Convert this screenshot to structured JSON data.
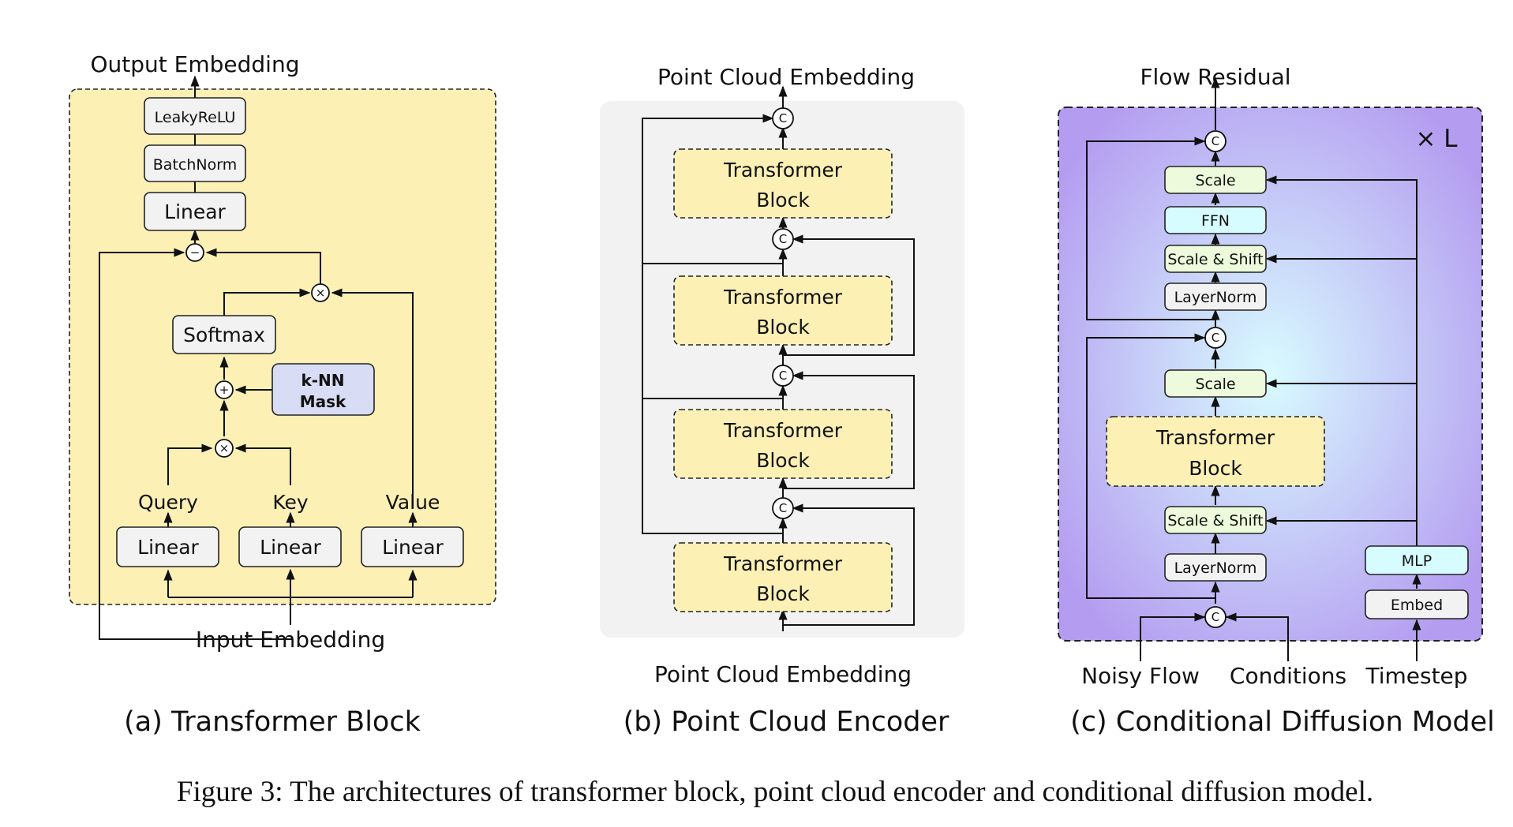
{
  "panel_a": {
    "output_label": "Output Embedding",
    "input_label": "Input Embedding",
    "leakyrelu": "LeakyReLU",
    "batchnorm": "BatchNorm",
    "linear_top": "Linear",
    "softmax": "Softmax",
    "knn_line1": "k-NN",
    "knn_line2": "Mask",
    "query": "Query",
    "key": "Key",
    "value": "Value",
    "linear_q": "Linear",
    "linear_k": "Linear",
    "linear_v": "Linear",
    "op_minus": "−",
    "op_mult_top": "×",
    "op_plus": "+",
    "op_mult_bottom": "×",
    "caption": "(a) Transformer Block"
  },
  "panel_b": {
    "output_label": "Point Cloud Embedding",
    "input_label": "Point Cloud Embedding",
    "blocks": [
      {
        "line1": "Transformer",
        "line2": "Block"
      },
      {
        "line1": "Transformer",
        "line2": "Block"
      },
      {
        "line1": "Transformer",
        "line2": "Block"
      },
      {
        "line1": "Transformer",
        "line2": "Block"
      }
    ],
    "concat_symbol": "C",
    "caption": "(b) Point Cloud Encoder"
  },
  "panel_c": {
    "output_label": "Flow Residual",
    "repeat_label": "× L",
    "scale_top": "Scale",
    "ffn": "FFN",
    "scale_shift_top": "Scale & Shift",
    "layernorm_top": "LayerNorm",
    "scale_mid": "Scale",
    "tb_line1": "Transformer",
    "tb_line2": "Block",
    "scale_shift_bottom": "Scale & Shift",
    "layernorm_bottom": "LayerNorm",
    "mlp": "MLP",
    "embed": "Embed",
    "concat_symbol": "C",
    "input_noisy": "Noisy Flow",
    "input_conditions": "Conditions",
    "input_timestep": "Timestep",
    "caption": "(c) Conditional Diffusion Model"
  },
  "figure_caption": "Figure 3: The architectures of transformer block, point cloud encoder and conditional diffusion model.",
  "colors": {
    "panel_a_bg": "#fcf0b5",
    "panel_b_bg": "#f2f2f2",
    "transformer_block": "#fcf0b5",
    "knn_mask": "#d9dcf5",
    "panel_c_edge": "#b49cf0",
    "panel_c_center": "#d8fbff",
    "scale_box": "#edfadb",
    "ffn_box": "#d6fcff",
    "mlp_box": "#d6fcff"
  }
}
